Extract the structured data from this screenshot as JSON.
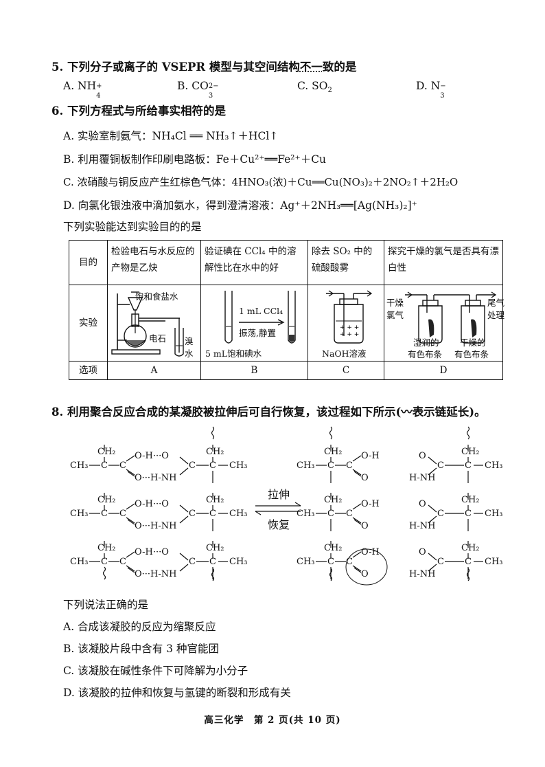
{
  "q5": {
    "stem": "5. 下列分子或离子的 VSEPR 模型与其空间结构",
    "stem_emph": "不一",
    "stem_tail": "致的是",
    "options": [
      {
        "letter": "A. NH",
        "sub": "",
        "sup": "+",
        "sub2": "4"
      },
      {
        "letter": "B. CO",
        "sub": "",
        "sup": "2−",
        "sub2": "3"
      },
      {
        "letter": "C. SO",
        "sub": "2",
        "sup": "",
        "sub2": ""
      },
      {
        "letter": "D. N",
        "sub": "",
        "sup": "−",
        "sub2": "3"
      }
    ]
  },
  "q6": {
    "stem": "6. 下列方程式与所给事实相符的是",
    "a": "A. 实验室制氨气：NH₄Cl ══ NH₃↑＋HCl↑",
    "b": "B. 利用覆铜板制作印刷电路板：Fe＋Cu²⁺══Fe²⁺＋Cu",
    "c": "C. 浓硝酸与铜反应产生红棕色气体：4HNO₃(浓)＋Cu══Cu(NO₃)₂＋2NO₂↑＋2H₂O",
    "d": "D. 向氯化银浊液中滴加氨水，得到澄清溶液：Ag⁺＋2NH₃══[Ag(NH₃)₂]⁺"
  },
  "q7": {
    "stem": "下列实验能达到实验目的的是",
    "row_labels": [
      "目的",
      "实验",
      "选项"
    ],
    "purposes": [
      "检验电石与水反应的产物是乙炔",
      "验证碘在 CCl₄ 中的溶解性比在水中的好",
      "除去 SO₂ 中的硫酸酸雾",
      "探究干燥的氯气是否具有漂白性"
    ],
    "options": [
      "A",
      "B",
      "C",
      "D"
    ],
    "app_a": {
      "top": "饱和食盐水",
      "mid": "电石",
      "right1": "溴",
      "right2": "水"
    },
    "app_b": {
      "top1": "1 mL CCl₄",
      "top2": "振荡,静置",
      "bottom": "5 mL饱和碘水"
    },
    "app_c": {
      "bottom": "NaOH溶液"
    },
    "app_d": {
      "in1": "干燥",
      "in2": "氯气",
      "out1": "尾气",
      "out2": "处理",
      "b1a": "湿润的",
      "b1b": "有色布条",
      "b2a": "干燥的",
      "b2b": "有色布条"
    }
  },
  "q8": {
    "stem": "8. 利用聚合反应合成的某凝胶被拉伸后可自行恢复，该过程如下所示(〰表示链延长)。",
    "arrow_top": "拉伸",
    "arrow_bottom": "恢复",
    "sub_stem": "下列说法正确的是",
    "a": "A. 合成该凝胶的反应为缩聚反应",
    "b": "B. 该凝胶片段中含有 3 种官能团",
    "c": "C. 该凝胶在碱性条件下可降解为小分子",
    "d": "D. 该凝胶的拉伸和恢复与氢键的断裂和形成有关",
    "labels": {
      "ch2": "CH₂",
      "ch3": "CH₃",
      "c": "C",
      "o": "O",
      "oh": "O-H",
      "ohdots": "O-H···O",
      "hnh": "O···H-NH",
      "hn": "H-NH"
    }
  },
  "footer": "高三化学　第 2 页(共 10 页)"
}
